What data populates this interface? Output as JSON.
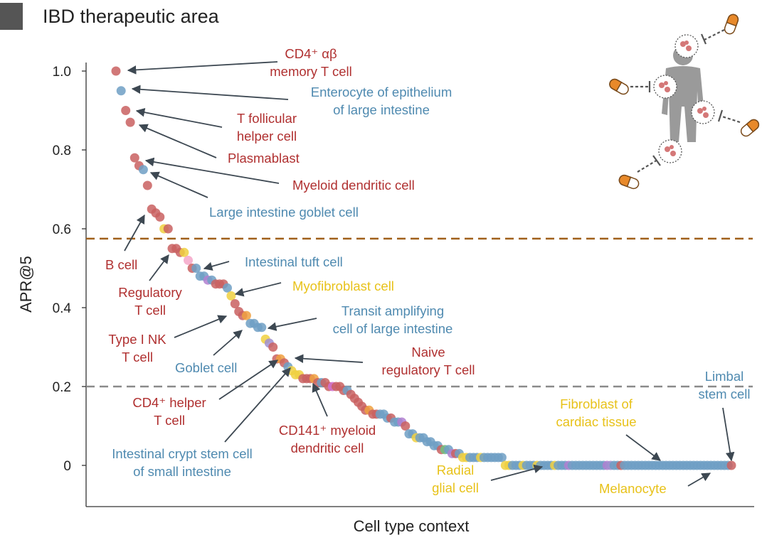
{
  "header": {
    "title": "IBD therapeutic area",
    "marker_color": "#555555"
  },
  "colors": {
    "red": "#b03030",
    "blue": "#4f8ab0",
    "yellow": "#e8c21a",
    "arrow": "#3d4852",
    "threshold_top": "#a0601a",
    "threshold_bottom": "#8a8a8a",
    "pill_orange": "#e8892a"
  },
  "chart_data": {
    "type": "scatter",
    "title": "IBD therapeutic area",
    "xlabel": "Cell type context",
    "ylabel": "APR@5",
    "ylim": [
      -0.1,
      1.02
    ],
    "yticks": [
      0,
      0.2,
      0.4,
      0.6,
      0.8,
      1.0
    ],
    "ytick_labels": [
      "0",
      "0.2",
      "0.4",
      "0.6",
      "0.8",
      "1.0"
    ],
    "grid": false,
    "legend": "none",
    "thresholds": [
      {
        "y": 0.575,
        "style": "dashed",
        "color": "#a0601a"
      },
      {
        "y": 0.2,
        "style": "dashed",
        "color": "#8a8a8a"
      }
    ],
    "series_y_descending": [
      1.0,
      0.95,
      0.9,
      0.87,
      0.78,
      0.76,
      0.75,
      0.71,
      0.65,
      0.64,
      0.63,
      0.6,
      0.6,
      0.55,
      0.55,
      0.54,
      0.54,
      0.52,
      0.5,
      0.5,
      0.48,
      0.48,
      0.47,
      0.47,
      0.46,
      0.46,
      0.46,
      0.45,
      0.43,
      0.41,
      0.39,
      0.38,
      0.38,
      0.36,
      0.36,
      0.35,
      0.35,
      0.32,
      0.31,
      0.3,
      0.27,
      0.27,
      0.26,
      0.25,
      0.24,
      0.23,
      0.23,
      0.22,
      0.22,
      0.22,
      0.22,
      0.21,
      0.21,
      0.21,
      0.2,
      0.2,
      0.2,
      0.2,
      0.19,
      0.19,
      0.18,
      0.17,
      0.16,
      0.15,
      0.14,
      0.14,
      0.13,
      0.13,
      0.13,
      0.13,
      0.12,
      0.12,
      0.11,
      0.11,
      0.11,
      0.1,
      0.08,
      0.08,
      0.07,
      0.07,
      0.07,
      0.06,
      0.06,
      0.05,
      0.05,
      0.04,
      0.04,
      0.04,
      0.03,
      0.03,
      0.03,
      0.02,
      0.02,
      0.02,
      0.02,
      0.02,
      0.02,
      0.02,
      0.02,
      0.02,
      0.02,
      0.02,
      0.02,
      0.0,
      0.0,
      0.0,
      0.0,
      0.0,
      0.0,
      0.0,
      0.0,
      0.0,
      0.0,
      0.0,
      0.0,
      0.0,
      0.0,
      0.0,
      0.0,
      0.0,
      0.0,
      0.0,
      0.0,
      0.0,
      0.0,
      0.0,
      0.0,
      0.0,
      0.0,
      0.0,
      0.0,
      0.0,
      0.0,
      0.0,
      0.0,
      0.0,
      0.0,
      0.0,
      0.0,
      0.0,
      0.0,
      0.0,
      0.0,
      0.0,
      0.0,
      0.0,
      0.0,
      0.0,
      0.0,
      0.0,
      0.0,
      0.0,
      0.0,
      0.0,
      0.0,
      0.0,
      0.0,
      0.0,
      0.0,
      0.0,
      0.0,
      0.0,
      0.0,
      0.0,
      0.0,
      0.0,
      0.0,
      0.0,
      0.0
    ],
    "point_colors": [
      "#c96060",
      "#6f9fc4",
      "#c96060",
      "#c96060",
      "#c96060",
      "#c96060",
      "#6f9fc4",
      "#c96060",
      "#c96060",
      "#c96060",
      "#c96060",
      "#f0d040",
      "#c96060",
      "#c96060",
      "#c96060",
      "#c96060",
      "#f0d040",
      "#f4a6c8",
      "#c96060",
      "#6f9fc4",
      "#6f9fc4",
      "#6f9fc4",
      "#b07fd0",
      "#6f9fc4",
      "#c96060",
      "#c96060",
      "#c96060",
      "#6f9fc4",
      "#f0d040",
      "#c96060",
      "#c96060",
      "#c96060",
      "#f0a040",
      "#6f9fc4",
      "#6f9fc4",
      "#6f9fc4",
      "#6f9fc4",
      "#f0d040",
      "#9f8fd0",
      "#c96060",
      "#c96060",
      "#f0a040",
      "#c96060",
      "#6f9fc4",
      "#f0d040",
      "#f0d040",
      "#f0d040",
      "#c96060",
      "#c96060",
      "#c96060",
      "#f0a040",
      "#c96060",
      "#6f9fc4",
      "#c96060",
      "#c96060",
      "#d070d0",
      "#c96060",
      "#c96060",
      "#c96060",
      "#6f9fc4",
      "#c96060",
      "#c96060",
      "#c96060",
      "#c96060",
      "#c96060",
      "#f0a040",
      "#c96060",
      "#c96060",
      "#6f9fc4",
      "#6f9fc4",
      "#6f9fc4",
      "#c96060",
      "#6f9fc4",
      "#6f9fc4",
      "#b07fd0",
      "#c96060",
      "#6f9fc4",
      "#6f9fc4",
      "#f0d040",
      "#6f9fc4",
      "#6f9fc4",
      "#6f9fc4",
      "#6f9fc4",
      "#6f9fc4",
      "#6f9fc4",
      "#c96060",
      "#70c080",
      "#6f9fc4",
      "#b07fd0",
      "#c96060",
      "#6f9fc4",
      "#f0d040",
      "#f0d040",
      "#6f9fc4",
      "#6f9fc4",
      "#6f9fc4",
      "#f0d040",
      "#6f9fc4",
      "#6f9fc4",
      "#6f9fc4",
      "#6f9fc4",
      "#6f9fc4",
      "#6f9fc4",
      "#f0d040",
      "#f0d040",
      "#6f9fc4",
      "#6f9fc4",
      "#6f9fc4",
      "#f0d040",
      "#6f9fc4",
      "#6f9fc4",
      "#6f9fc4",
      "#f0d040",
      "#6f9fc4",
      "#6f9fc4",
      "#6f9fc4",
      "#6f9fc4",
      "#f0d040",
      "#6f9fc4",
      "#6f9fc4",
      "#6f9fc4",
      "#b07fd0",
      "#6f9fc4",
      "#6f9fc4",
      "#6f9fc4",
      "#6f9fc4",
      "#6f9fc4",
      "#6f9fc4",
      "#6f9fc4",
      "#6f9fc4",
      "#6f9fc4",
      "#6f9fc4",
      "#b07fd0",
      "#9f8fd0",
      "#6f9fc4",
      "#6f9fc4",
      "#c96060",
      "#6f9fc4",
      "#6f9fc4",
      "#6f9fc4",
      "#6f9fc4",
      "#6f9fc4",
      "#6f9fc4",
      "#6f9fc4",
      "#6f9fc4",
      "#6f9fc4",
      "#6f9fc4",
      "#6f9fc4",
      "#6f9fc4",
      "#6f9fc4",
      "#6f9fc4",
      "#6f9fc4",
      "#6f9fc4",
      "#6f9fc4",
      "#6f9fc4",
      "#6f9fc4",
      "#6f9fc4",
      "#6f9fc4",
      "#6f9fc4",
      "#6f9fc4",
      "#6f9fc4",
      "#6f9fc4",
      "#6f9fc4",
      "#6f9fc4",
      "#6f9fc4",
      "#6f9fc4",
      "#6f9fc4",
      "#6f9fc4"
    ],
    "annotations": [
      {
        "lines": [
          "CD4⁺ αβ",
          "memory T cell"
        ],
        "color": "red"
      },
      {
        "lines": [
          "Enterocyte of epithelium",
          "of large intestine"
        ],
        "color": "blue"
      },
      {
        "lines": [
          "T follicular",
          "helper cell"
        ],
        "color": "red"
      },
      {
        "lines": [
          "Plasmablast"
        ],
        "color": "red"
      },
      {
        "lines": [
          "Myeloid dendritic cell"
        ],
        "color": "red"
      },
      {
        "lines": [
          "Large intestine goblet cell"
        ],
        "color": "blue"
      },
      {
        "lines": [
          "B cell"
        ],
        "color": "red"
      },
      {
        "lines": [
          "Regulatory",
          "T cell"
        ],
        "color": "red"
      },
      {
        "lines": [
          "Intestinal tuft cell"
        ],
        "color": "blue"
      },
      {
        "lines": [
          "Myofibroblast cell"
        ],
        "color": "yellow"
      },
      {
        "lines": [
          "Transit amplifying",
          "cell of large intestine"
        ],
        "color": "blue"
      },
      {
        "lines": [
          "Type I NK",
          "T cell"
        ],
        "color": "red"
      },
      {
        "lines": [
          "Goblet cell"
        ],
        "color": "blue"
      },
      {
        "lines": [
          "Naive",
          "regulatory T cell"
        ],
        "color": "red"
      },
      {
        "lines": [
          "CD4⁺ helper",
          "T cell"
        ],
        "color": "red"
      },
      {
        "lines": [
          "CD141⁺ myeloid",
          "dendritic cell"
        ],
        "color": "red"
      },
      {
        "lines": [
          "Intestinal crypt stem cell",
          "of small intestine"
        ],
        "color": "blue"
      },
      {
        "lines": [
          "Radial",
          "glial cell"
        ],
        "color": "yellow"
      },
      {
        "lines": [
          "Fibroblast of",
          "cardiac tissue"
        ],
        "color": "yellow"
      },
      {
        "lines": [
          "Limbal",
          "stem cell"
        ],
        "color": "blue"
      },
      {
        "lines": [
          "Melanocyte"
        ],
        "color": "yellow"
      }
    ]
  }
}
